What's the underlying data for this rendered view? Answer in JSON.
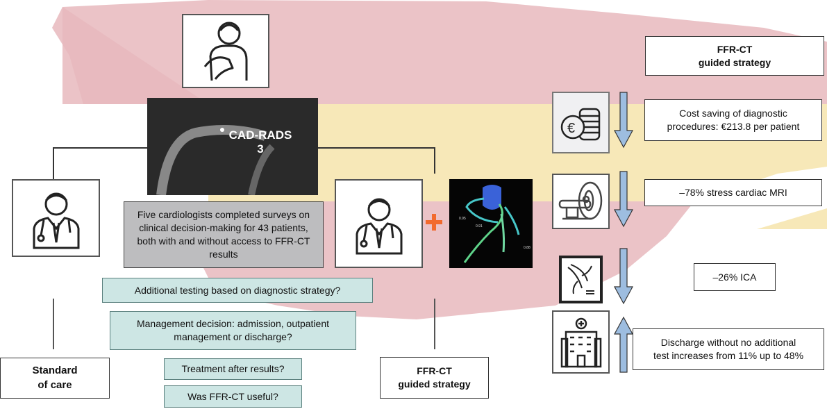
{
  "colors": {
    "flag_red": "#e8b9bd",
    "flag_yellow": "#f7e8b8",
    "teal_box": "#cde6e4",
    "survey_box": "#bdbdbf",
    "arrow_blue": "#9dbde0",
    "plus_orange": "#f26a2e"
  },
  "ct_image": {
    "label_line1": "CAD-RADS",
    "label_line2": "3"
  },
  "ffr_image": {
    "values": [
      "0.95",
      "0.91",
      "0.88"
    ]
  },
  "survey_text": "Five cardiologists completed surveys on clinical decision-making for 43 patients, both with and without access to FFR-CT results",
  "questions": [
    "Additional testing based on diagnostic strategy?",
    "Management decision: admission, outpatient management or discharge?",
    "Treatment after results?",
    "Was FFR-CT useful?"
  ],
  "standard_of_care": {
    "line1": "Standard",
    "line2": "of care"
  },
  "ffr_strategy_bottom": {
    "line1": "FFR-CT",
    "line2": "guided strategy"
  },
  "ffr_strategy_header": {
    "line1": "FFR-CT",
    "line2": "guided strategy"
  },
  "outcomes": [
    {
      "icon": "euro-coins-icon",
      "direction": "down",
      "text_line1": "Cost saving of diagnostic",
      "text_line2": "procedures: €213.8 per patient"
    },
    {
      "icon": "mri-scanner-icon",
      "direction": "down",
      "text_line1": "–78% stress cardiac MRI",
      "text_line2": ""
    },
    {
      "icon": "angiography-icon",
      "direction": "down",
      "text_line1": "–26% ICA",
      "text_line2": ""
    },
    {
      "icon": "hospital-icon",
      "direction": "up",
      "text_line1": "Discharge without no additional",
      "text_line2": "test increases from 11% up to 48%"
    }
  ]
}
